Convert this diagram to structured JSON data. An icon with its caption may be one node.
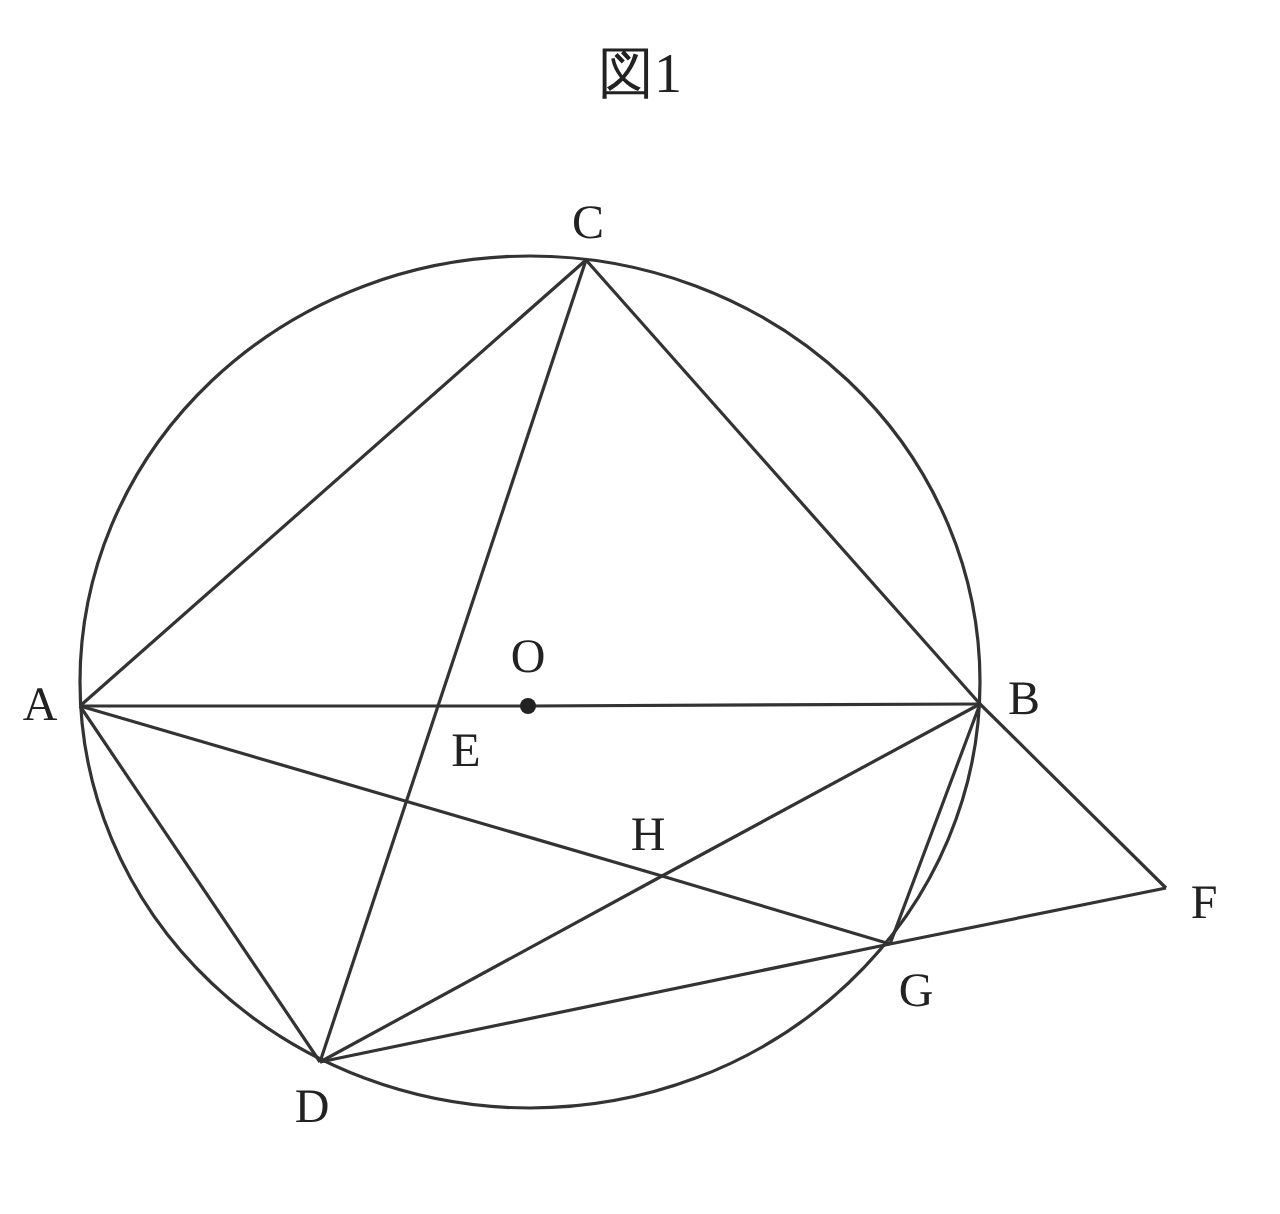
{
  "diagram": {
    "title": "図1",
    "nodes": [
      {
        "text": [
          "C"
        ]
      },
      {
        "text": [
          "O"
        ]
      },
      {
        "text": [
          "A"
        ]
      },
      {
        "text": [
          "B"
        ]
      },
      {
        "text": [
          "E"
        ]
      },
      {
        "text": [
          "H"
        ]
      },
      {
        "text": [
          "F"
        ]
      },
      {
        "text": [
          "G"
        ]
      },
      {
        "text": [
          "D"
        ]
      }
    ],
    "edges": [
      {
        "from": 2,
        "to": 0,
        "arrow": "none"
      },
      {
        "from": 0,
        "to": 3,
        "arrow": "none"
      },
      {
        "from": 2,
        "to": 4,
        "arrow": "none"
      },
      {
        "from": 4,
        "to": 1,
        "arrow": "none"
      },
      {
        "from": 1,
        "to": 3,
        "arrow": "none"
      },
      {
        "from": 0,
        "to": 4,
        "arrow": "none"
      },
      {
        "from": 4,
        "to": 8,
        "arrow": "none"
      },
      {
        "from": 2,
        "to": 8,
        "arrow": "none"
      },
      {
        "from": 2,
        "to": 5,
        "arrow": "none"
      },
      {
        "from": 5,
        "to": 7,
        "arrow": "none"
      },
      {
        "from": 8,
        "to": 5,
        "arrow": "none"
      },
      {
        "from": 5,
        "to": 3,
        "arrow": "none"
      },
      {
        "from": 8,
        "to": 7,
        "arrow": "none"
      },
      {
        "from": 7,
        "to": 6,
        "arrow": "none"
      },
      {
        "from": 3,
        "to": 6,
        "arrow": "none"
      },
      {
        "from": 3,
        "to": 7,
        "arrow": "none"
      }
    ]
  }
}
